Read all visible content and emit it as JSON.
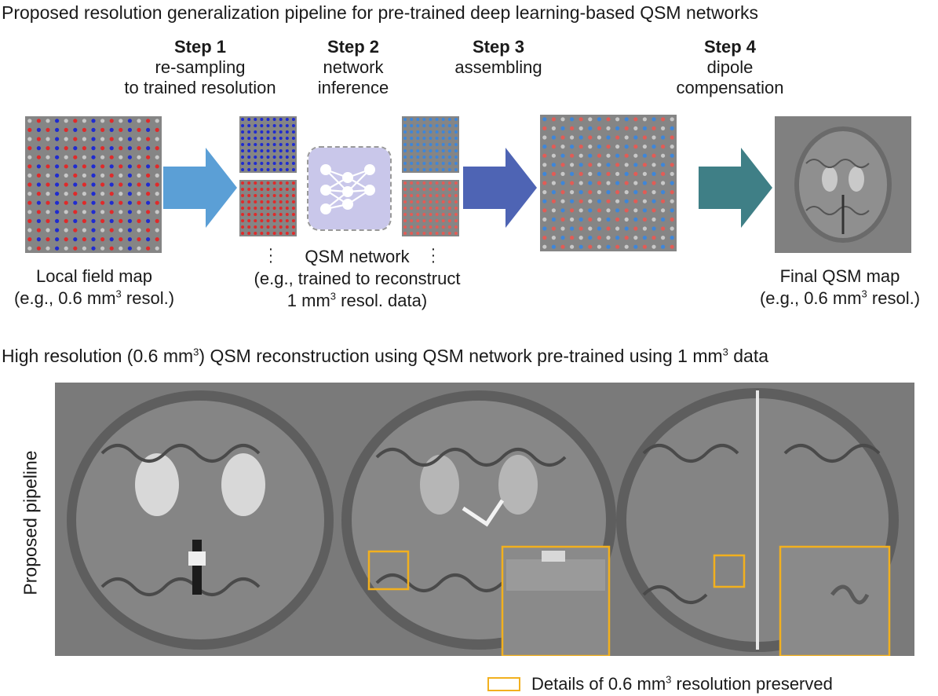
{
  "top_title": "Proposed resolution generalization pipeline for pre-trained deep learning-based QSM networks",
  "steps": [
    {
      "label": "Step 1",
      "desc_lines": [
        "re-sampling",
        "to trained resolution"
      ]
    },
    {
      "label": "Step 2",
      "desc_lines": [
        "network",
        "inference"
      ]
    },
    {
      "label": "Step 3",
      "desc_lines": [
        "assembling"
      ]
    },
    {
      "label": "Step 4",
      "desc_lines": [
        "dipole",
        "compensation"
      ]
    }
  ],
  "captions": {
    "local_field": {
      "line1": "Local field map",
      "line2_pre": "(e.g., 0.6 mm",
      "line2_sup": "3",
      "line2_post": " resol.)"
    },
    "qsm_network": {
      "line1": "QSM network",
      "line2": "(e.g., trained to reconstruct",
      "line3_pre": "1 mm",
      "line3_sup": "3",
      "line3_post": " resol. data)"
    },
    "final_qsm": {
      "line1": "Final QSM map",
      "line2_pre": "(e.g., 0.6 mm",
      "line2_sup": "3",
      "line2_post": " resol.)"
    }
  },
  "bottom_title": {
    "pre": "High resolution (0.6 mm",
    "sup1": "3",
    "mid": ") QSM reconstruction using QSM network pre-trained using 1 mm",
    "sup2": "3",
    "post": " data"
  },
  "row_label": "Proposed pipeline",
  "legend": {
    "pre": "Details of 0.6 mm",
    "sup": "3",
    "post": " resolution preserved"
  },
  "colors": {
    "arrow1": "#5b9fd6",
    "arrow2": "#4e64b4",
    "arrow3": "#3f7f86",
    "dot_red": "#e02a2a",
    "dot_blue": "#1f2bd0",
    "dot_light_blue": "#3e86d9",
    "dot_salmon": "#e25c56",
    "dot_gray": "#c8c8c8",
    "network_bg": "#c9c7ea",
    "highlight": "#f2b01e"
  }
}
